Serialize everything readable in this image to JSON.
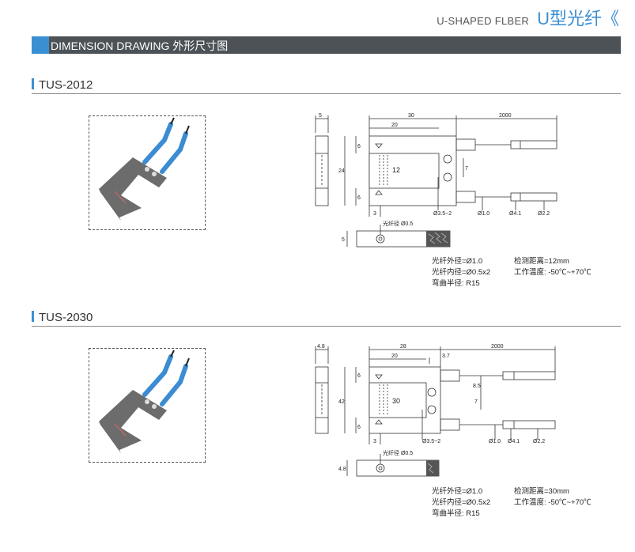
{
  "header": {
    "title_en": "U-SHAPED FLBER",
    "title_cn": "U型光纤《"
  },
  "section": {
    "title": "DIMENSION DRAWING 外形尺寸图"
  },
  "products": [
    {
      "model": "TUS-2012",
      "dims": {
        "side_width": "5",
        "total_width": "30",
        "inner_width": "20",
        "cable_length": "2000",
        "height": "24",
        "arm_top": "6",
        "arm_bottom": "6",
        "gap": "12",
        "hole_pitch": "7",
        "hole": "Ø3.5~2",
        "bottom_offset": "3",
        "fiber_a": "Ø1.0",
        "fiber_b": "Ø4.1",
        "fiber_c": "Ø2.2",
        "bottom_label": "光纤径 Ø0.5",
        "bottom_height": "5"
      },
      "specs": {
        "outer_diameter": "光纤外径=Ø1.0",
        "detect_distance": "检测距离=12mm",
        "inner_diameter": "光纤内径=Ø0.5x2",
        "work_temp": "工作温度: -50℃~+70℃",
        "bend_radius": "弯曲半径:  R15"
      }
    },
    {
      "model": "TUS-2030",
      "dims": {
        "side_width": "4.8",
        "total_width": "28",
        "inner_width": "20",
        "slot": "3.7",
        "cable_length": "2000",
        "height": "42",
        "arm_top": "6",
        "arm_bottom": "6",
        "gap": "30",
        "lens_offset": "8.5",
        "hole_pitch": "7",
        "hole": "Ø3.5~2",
        "bottom_offset": "3",
        "fiber_a": "Ø1.0",
        "fiber_b": "Ø4.1",
        "fiber_c": "Ø2.2",
        "bottom_label": "光纤径 Ø0.5",
        "bottom_height": "4.8"
      },
      "specs": {
        "outer_diameter": "光纤外径=Ø1.0",
        "detect_distance": "检测距离=30mm",
        "inner_diameter": "光纤内径=Ø0.5x2",
        "work_temp": "工作温度: -50℃~+70℃",
        "bend_radius": "弯曲半径:  R15"
      }
    }
  ]
}
